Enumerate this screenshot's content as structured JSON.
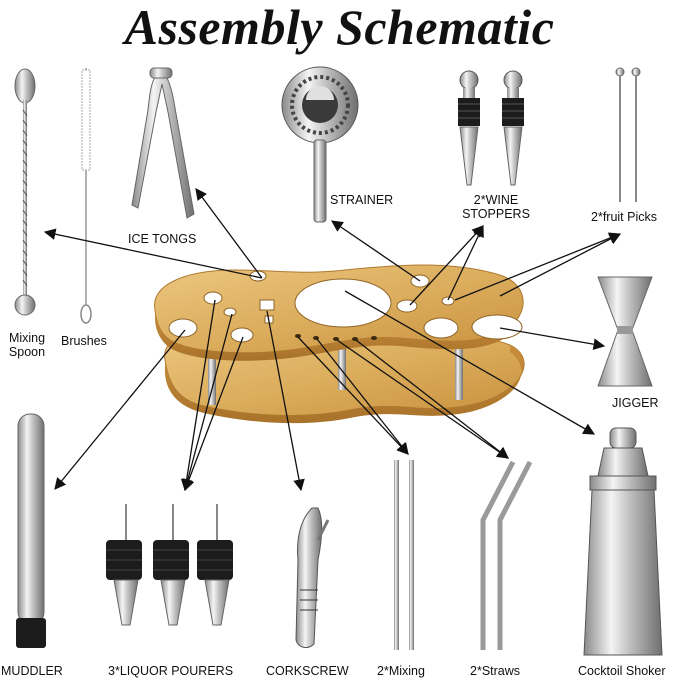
{
  "title": "Assembly Schematic",
  "labels": {
    "ice_tongs": "ICE TONGS",
    "strainer": "STRAINER",
    "wine_stoppers_line1": "2*WINE",
    "wine_stoppers_line2": "STOPPERS",
    "fruit_picks": "2*fruit Picks",
    "mixing_spoon_line1": "Mixing",
    "mixing_spoon_line2": "Spoon",
    "brushes": "Brushes",
    "jigger": "JIGGER",
    "muddler": "MUDDLER",
    "liquor_pourers": "3*LIQUOR POURERS",
    "corkscrew": "CORKSCREW",
    "mixing": "2*Mixing",
    "straws": "2*Straws",
    "cocktail_shaker": "Cocktoil Shoker"
  },
  "colors": {
    "wood_light": "#e2b86a",
    "wood_dark": "#c8913e",
    "steel_light": "#e9e9e9",
    "steel_dark": "#7d7d7d",
    "rubber": "#1c1c1c",
    "arrow": "#111111"
  },
  "icons": [
    "mixing-spoon-icon",
    "brush-icon",
    "ice-tongs-icon",
    "strainer-icon",
    "wine-stopper-icon",
    "fruit-pick-icon",
    "jigger-icon",
    "muddler-icon",
    "liquor-pourer-icon",
    "corkscrew-icon",
    "mixing-stick-icon",
    "straw-icon",
    "shaker-icon",
    "bamboo-stand"
  ]
}
